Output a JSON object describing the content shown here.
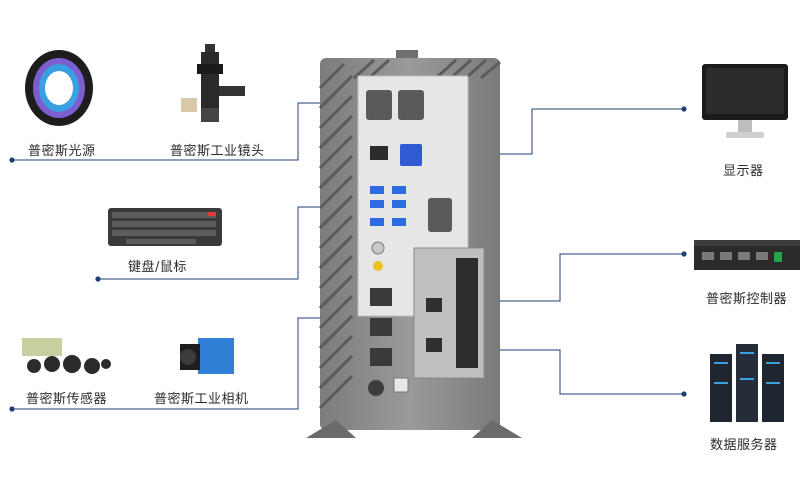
{
  "labels": {
    "ring_light": "普密斯光源",
    "lens": "普密斯工业镜头",
    "keyboard": "键盘/鼠标",
    "sensor": "普密斯传感器",
    "camera": "普密斯工业相机",
    "monitor": "显示器",
    "controller": "普密斯控制器",
    "server": "数据服务器"
  },
  "colors": {
    "connector_line": "#1f3f73",
    "chassis": "#8c8c8c"
  },
  "icons": [
    "ring-light-icon",
    "industrial-lens-icon",
    "keyboard-icon",
    "sensor-set-icon",
    "industrial-camera-icon",
    "monitor-icon",
    "controller-icon",
    "server-rack-icon",
    "industrial-pc-icon"
  ]
}
